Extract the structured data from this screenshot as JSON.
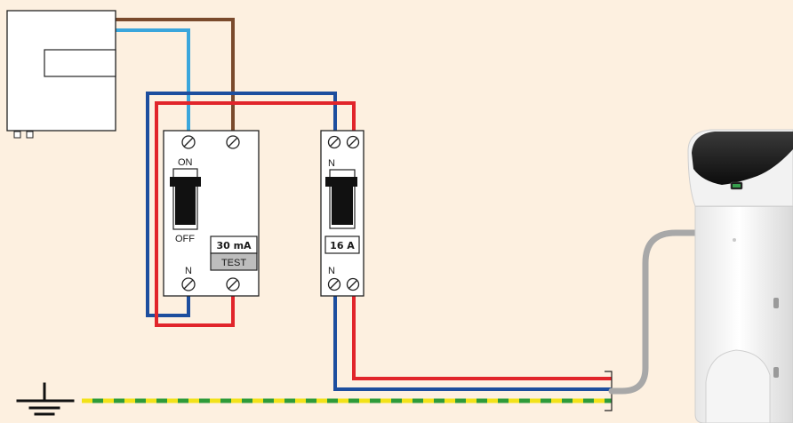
{
  "rcd": {
    "on_label": "ON",
    "off_label": "OFF",
    "neutral_label": "N",
    "rating": "30 mA",
    "test_label": "TEST"
  },
  "mcb": {
    "neutral_top_label": "N",
    "neutral_bottom_label": "N",
    "rating": "16 A"
  },
  "colors": {
    "live": "#e1252b",
    "neutral": "#1d4e9e",
    "meter_live": "#7a4a2c",
    "meter_neutral": "#3aa6dc",
    "earth_green": "#2e9b3a",
    "earth_yellow": "#f2e21a",
    "background": "#fdf0e0"
  },
  "icons": {
    "earth": "earth-ground-icon",
    "terminal": "screw-terminal-icon"
  }
}
